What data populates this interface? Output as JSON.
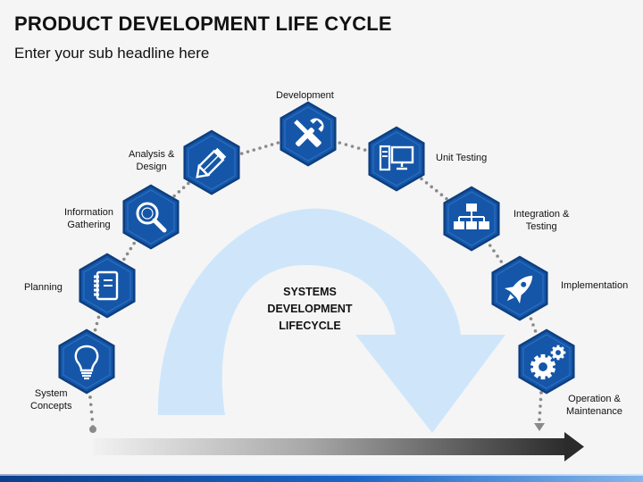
{
  "header": {
    "title": "PRODUCT DEVELOPMENT LIFE CYCLE",
    "subtitle": "Enter your sub headline here"
  },
  "center": {
    "lines": [
      "SYSTEMS",
      "DEVELOPMENT",
      "LIFECYCLE"
    ]
  },
  "stages": [
    {
      "label_lines": [
        "System",
        "Concepts"
      ],
      "icon": "lightbulb-icon"
    },
    {
      "label_lines": [
        "Planning"
      ],
      "icon": "notebook-icon"
    },
    {
      "label_lines": [
        "Information",
        "Gathering"
      ],
      "icon": "magnifier-icon"
    },
    {
      "label_lines": [
        "Analysis &",
        "Design"
      ],
      "icon": "pencil-icon"
    },
    {
      "label_lines": [
        "Development"
      ],
      "icon": "tools-icon"
    },
    {
      "label_lines": [
        "Unit Testing"
      ],
      "icon": "computer-icon"
    },
    {
      "label_lines": [
        "Integration &",
        "Testing"
      ],
      "icon": "flowchart-icon"
    },
    {
      "label_lines": [
        "Implementation"
      ],
      "icon": "rocket-icon"
    },
    {
      "label_lines": [
        "Operation &",
        "Maintenance"
      ],
      "icon": "gears-icon"
    }
  ],
  "colors": {
    "hex_fill": "#1556a8",
    "hex_border": "#0d3f80",
    "curved_arrow": "#cfe6fa",
    "dots": "#8a8a8a"
  }
}
